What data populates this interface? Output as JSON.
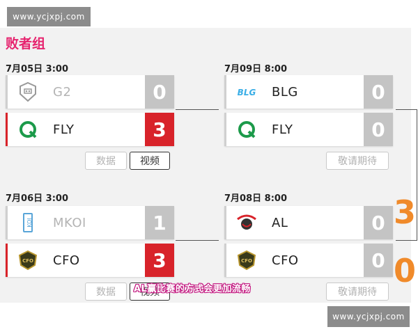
{
  "watermark": {
    "top": "www.ycjxpj.com",
    "bottom": "www.ycjxpj.com"
  },
  "bracket_title": "败者组",
  "matches": [
    {
      "time": "7月05日 3:00",
      "teams": [
        {
          "name": "G2",
          "score": "0",
          "logo_icon": "g2-logo-icon",
          "status": "loser"
        },
        {
          "name": "FLY",
          "score": "3",
          "logo_icon": "fly-logo-icon",
          "status": "winner"
        }
      ],
      "buttons": [
        "数据",
        "视频"
      ]
    },
    {
      "time": "7月06日 3:00",
      "teams": [
        {
          "name": "MKOI",
          "score": "1",
          "logo_icon": "mkoi-logo-icon",
          "status": "loser"
        },
        {
          "name": "CFO",
          "score": "3",
          "logo_icon": "cfo-logo-icon",
          "status": "winner"
        }
      ],
      "buttons": [
        "数据",
        "视频"
      ]
    },
    {
      "time": "7月09日 8:00",
      "teams": [
        {
          "name": "BLG",
          "score": "0",
          "logo_icon": "blg-logo-icon",
          "status": "pending"
        },
        {
          "name": "FLY",
          "score": "0",
          "logo_icon": "fly-logo-icon",
          "status": "pending"
        }
      ],
      "buttons": [
        "敬请期待"
      ]
    },
    {
      "time": "7月08日 8:00",
      "teams": [
        {
          "name": "AL",
          "score": "0",
          "logo_icon": "al-logo-icon",
          "status": "pending"
        },
        {
          "name": "CFO",
          "score": "0",
          "logo_icon": "cfo-logo-icon",
          "status": "pending"
        }
      ],
      "buttons": [
        "敬请期待"
      ]
    }
  ],
  "overlay_scores": {
    "top": "3",
    "bottom": "0"
  },
  "subtitle": "AL赢比赛的方式会更加流畅",
  "colors": {
    "title": "#e6236e",
    "winner": "#d8232a",
    "loser_score": "#c4c4c4",
    "overlay_score": "#f08a2a"
  }
}
